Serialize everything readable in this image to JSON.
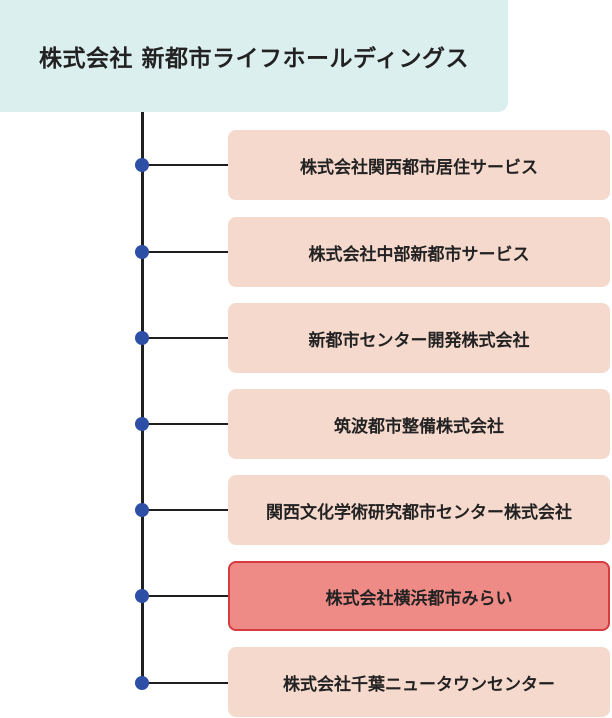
{
  "parent": {
    "label": "株式会社 新都市ライフホールディングス"
  },
  "children": [
    {
      "label": "株式会社関西都市居住サービス"
    },
    {
      "label": "株式会社中部新都市サービス"
    },
    {
      "label": "新都市センター開発株式会社"
    },
    {
      "label": "筑波都市整備株式会社"
    },
    {
      "label": "関西文化学術研究都市センター株式会社"
    },
    {
      "label": "株式会社横浜都市みらい",
      "highlighted": true
    },
    {
      "label": "株式会社千葉ニュータウンセンター"
    }
  ],
  "colors": {
    "parent_fill": "#dcefef",
    "child_fill": "#f6d9cd",
    "highlight_fill": "#ef8b87",
    "highlight_border": "#d63b40",
    "node_dot": "#2d4fa6",
    "connector": "#1f1f1f"
  }
}
